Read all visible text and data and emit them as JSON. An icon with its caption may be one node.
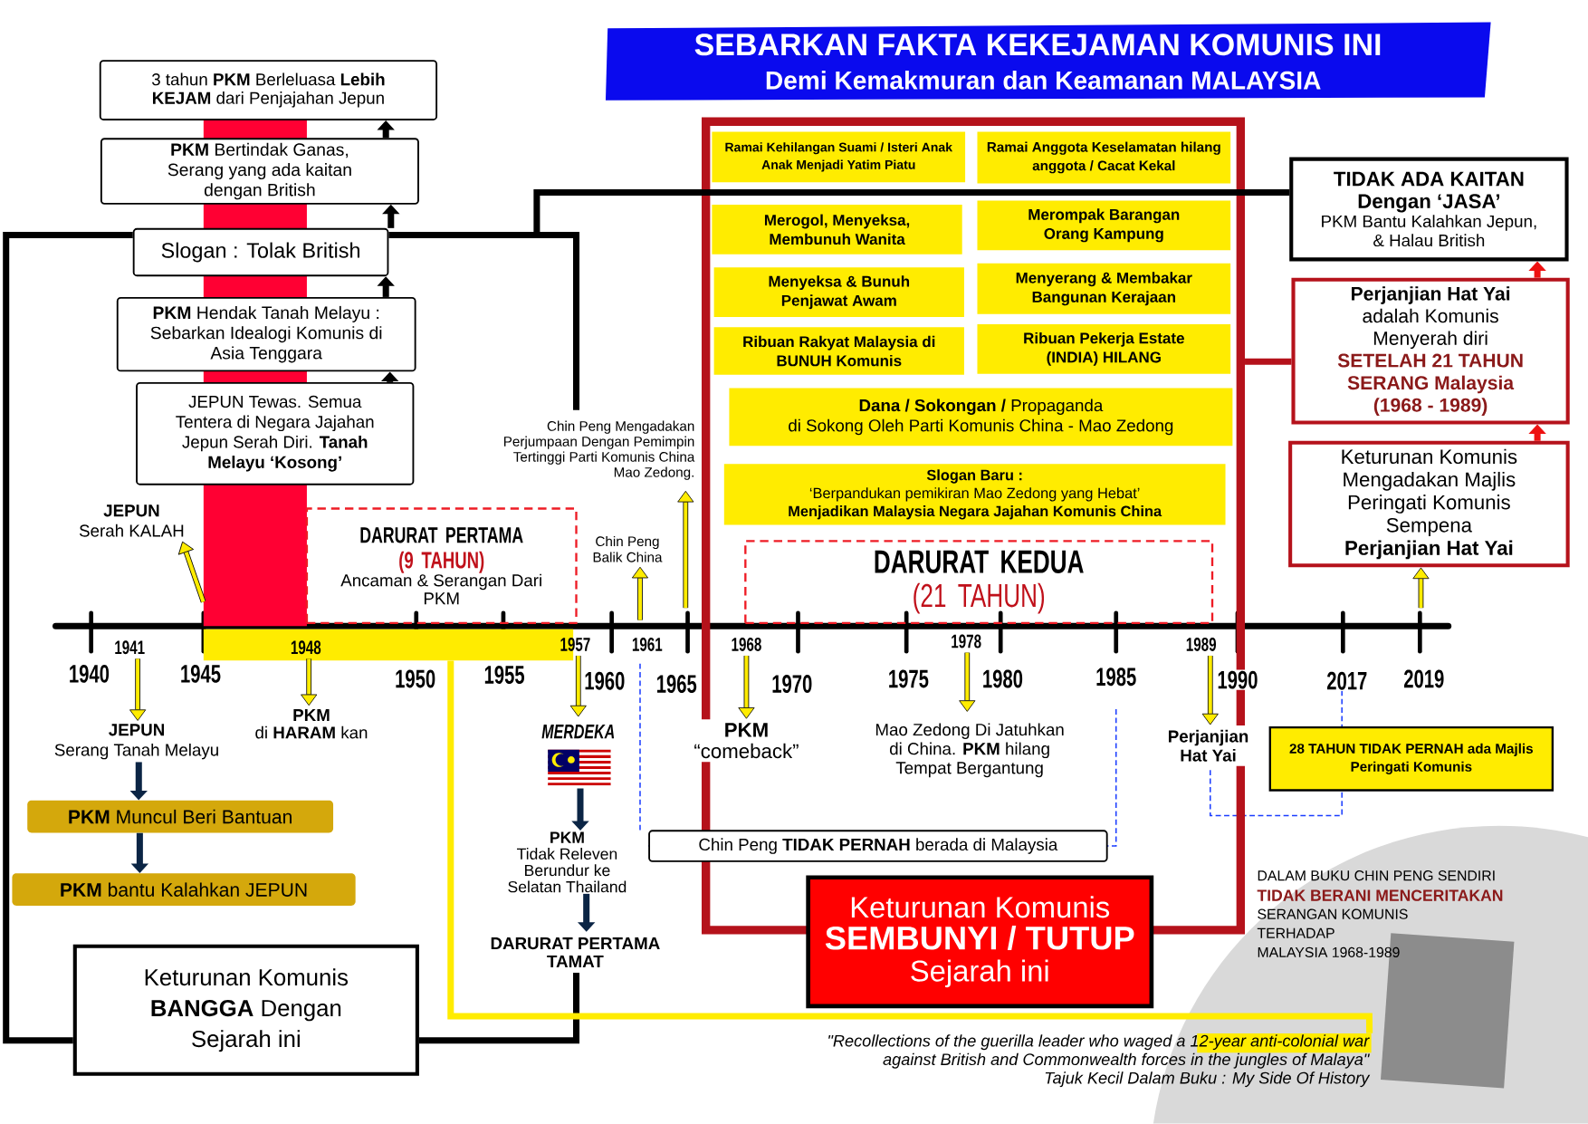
{
  "diagram": {
    "title": "SEBARKAN FAKTA KEKEJAMAN KOMUNIS INI",
    "nodes": [
      {
        "text": [
          "3 tahun **PKM** Berleluasa **Lebih KEJAM** dari Penjajahan Jepun"
        ]
      },
      {
        "text": [
          "**PKM** Bertindak Ganas, Serang yang ada kaitan dengan British"
        ]
      },
      {
        "text": [
          "Slogan : Tolak British"
        ]
      },
      {
        "text": [
          "**PKM** Hendak Tanah Melayu : Sebarkan Idealogi Komunis di Asia Tenggara"
        ]
      },
      {
        "text": [
          "JEPUN Tewas. Semua Tentera di Negara Jajahan Jepun Serah Diri. **Tanah Melayu ‘Kosong’**"
        ]
      },
      {
        "text": [
          "JEPUN",
          "Serah KALAH"
        ]
      },
      {
        "text": [
          "DARURAT PERTAMA",
          "(9 TAHUN)",
          "Ancaman & Serangan Dari PKM"
        ]
      },
      {
        "text": [
          "Chin Peng Mengadakan Perjumpaan Dengan Pemimpin Tertinggi Parti Komunis China Mao Zedong."
        ]
      },
      {
        "text": [
          "Chin Peng Balik China"
        ]
      },
      {
        "text": [],
        "shape": "box"
      },
      {
        "text": [
          "Ramai Kehilangan Suami / Isteri Anak Anak Menjadi Yatim Piatu"
        ],
        "in": 9
      },
      {
        "text": [
          "Ramai Anggota Keselamatan hilang anggota / Cacat Kekal"
        ],
        "in": 9
      },
      {
        "text": [
          "Merogol, Menyeksa, Membunuh Wanita"
        ],
        "in": 9
      },
      {
        "text": [
          "Merompak Barangan Orang Kampung"
        ],
        "in": 9
      },
      {
        "text": [
          "Menyeksa & Bunuh Penjawat Awam"
        ],
        "in": 9
      },
      {
        "text": [
          "Menyerang & Membakar Bangunan Kerajaan"
        ],
        "in": 9
      },
      {
        "text": [
          "Ribuan Rakyat Malaysia di BUNUH Komunis"
        ],
        "in": 9
      },
      {
        "text": [
          "Ribuan Pekerja Estate (INDIA) HILANG"
        ],
        "in": 9
      },
      {
        "text": [
          "**Dana / Sokongan /** Propaganda",
          "di Sokong Oleh Parti Komunis China - Mao Zedong"
        ],
        "in": 9
      },
      {
        "text": [
          "Slogan Baru :",
          "‘Berpandukan pemikiran Mao Zedong yang Hebat’",
          "Menjadikan Malaysia Negara Jajahan Komunis China"
        ],
        "in": 9
      },
      {
        "text": [
          "DARURAT KEDUA",
          "(21 TAHUN)"
        ],
        "in": 9
      },
      {
        "text": [
          "TIDAK ADA KAITAN Dengan ‘JASA’",
          "PKM Bantu Kalahkan Jepun, & Halau British"
        ]
      },
      {
        "text": [
          "Perjanjian Hat Yai",
          "adalah Komunis Menyerah diri",
          "SETELAH 21 TAHUN SERANG Malaysia (1968 - 1989)"
        ]
      },
      {
        "text": [
          "Keturunan Komunis Mengadakan Majlis Peringati Komunis Sempena",
          "Perjanjian Hat Yai"
        ]
      },
      {
        "text": [
          "JEPUN",
          "Serang Tanah Melayu"
        ]
      },
      {
        "text": [
          "**PKM** Muncul Beri Bantuan"
        ]
      },
      {
        "text": [
          "**PKM** bantu Kalahkan JEPUN"
        ]
      },
      {
        "text": [
          "PKM",
          "di **HARAM** kan"
        ]
      },
      {
        "text": [
          "MERDEKA"
        ]
      },
      {
        "text": [],
        "shape": "picture"
      },
      {
        "text": [
          "PKM",
          "Tidak Releven Berundur ke Selatan Thailand"
        ]
      },
      {
        "text": [
          "DARURAT PERTAMA TAMAT"
        ]
      },
      {
        "text": [
          "PKM",
          "“comeback”"
        ],
        "in": 9
      },
      {
        "text": [
          "Mao Zedong Di Jatuhkan di China. **PKM** hilang Tempat Bergantung"
        ],
        "in": 9
      },
      {
        "text": [
          "Perjanjian Hat Yai"
        ]
      },
      {
        "text": [
          "Chin Peng **TIDAK PERNAH** berada di Malaysia"
        ]
      },
      {
        "text": [
          "Keturunan Komunis",
          "SEMBUNYI / TUTUP",
          "Sejarah ini"
        ]
      },
      {
        "text": [
          "28 TAHUN TIDAK PERNAH ada Majlis Peringati Komunis"
        ]
      },
      {
        "text": [
          "Keturunan Komunis **BANGGA** Dengan Sejarah ini"
        ]
      },
      {
        "text": [],
        "shape": "bar"
      },
      {
        "text": [
          "\"Recollections of the guerilla leader who waged a 12-year anti-colonial war against British and Commonwealth forces in the jungles of Malaya\"",
          "Tajuk Kecil Dalam Buku : My Side Of History"
        ]
      },
      {
        "text": [
          "1941"
        ]
      },
      {
        "text": [
          "1948"
        ],
        "in": 39
      },
      {
        "text": [
          "1957"
        ]
      },
      {
        "text": [
          "1968"
        ],
        "in": 9
      },
      {
        "text": [
          "1978"
        ],
        "in": 9
      },
      {
        "text": [
          "1989"
        ],
        "in": 9
      },
      {
        "text": [],
        "shape": "bar"
      }
    ],
    "edges": [
      {
        "from": 4,
        "to": 3,
        "arrow": "to",
        "color": "#000000"
      },
      {
        "from": 3,
        "to": 2,
        "arrow": "to",
        "color": "#000000"
      },
      {
        "from": 2,
        "to": 1,
        "arrow": "to",
        "color": "#000000"
      },
      {
        "from": 1,
        "to": 0,
        "arrow": "to",
        "color": "#000000"
      },
      {
        "from": 47,
        "to": 5,
        "arrow": "to"
      },
      {
        "from": null,
        "to": 8,
        "arrow": "to"
      },
      {
        "from": null,
        "to": 7,
        "arrow": "to"
      },
      {
        "from": 23,
        "to": 22,
        "arrow": "to",
        "color": "#ee1111"
      },
      {
        "from": 22,
        "to": 21,
        "arrow": "to",
        "color": "#ee1111"
      },
      {
        "from": null,
        "to": 23,
        "arrow": "to"
      },
      {
        "from": 9,
        "to": 22,
        "arrow": "none",
        "color": "#b5121b"
      },
      {
        "from": 41,
        "to": 24,
        "arrow": "to"
      },
      {
        "from": 24,
        "to": 25,
        "arrow": "to",
        "color": "#0b2545"
      },
      {
        "from": 25,
        "to": 26,
        "arrow": "to",
        "color": "#0b2545"
      },
      {
        "from": 42,
        "to": 27,
        "arrow": "to"
      },
      {
        "from": 43,
        "to": 28,
        "arrow": "to"
      },
      {
        "from": 29,
        "to": 30,
        "arrow": "to",
        "color": "#0b2545"
      },
      {
        "from": 30,
        "to": 31,
        "arrow": "to",
        "color": "#0b2545"
      },
      {
        "from": 44,
        "to": 32,
        "arrow": "to"
      },
      {
        "from": 45,
        "to": 33,
        "arrow": "to"
      },
      {
        "from": 46,
        "to": 34,
        "arrow": "to"
      },
      {
        "from": 38,
        "to": 2,
        "arrow": "none",
        "color": "#000000"
      },
      {
        "from": 2,
        "to": 21,
        "arrow": "none",
        "color": "#000000"
      },
      {
        "from": 2,
        "to": 7,
        "arrow": "none",
        "color": "#000000"
      },
      {
        "from": 38,
        "to": 31,
        "arrow": "none",
        "color": "#000000"
      },
      {
        "from": 39,
        "to": 40,
        "arrow": "none",
        "color": "#ffec00"
      }
    ],
    "labels": [
      "Demi Kemakmuran dan Keamanan MALAYSIA",
      "1940",
      "1945",
      "1950",
      "1955",
      "1960",
      "1961",
      "1965",
      "1970",
      "1975",
      "1980",
      "1985",
      "1990",
      "2017",
      "2019",
      "DALAM BUKU CHIN PENG SENDIRI",
      "TIDAK BERANI MENCERITAKAN",
      "SERANGAN KOMUNIS TERHADAP MALAYSIA 1968-1989"
    ]
  }
}
